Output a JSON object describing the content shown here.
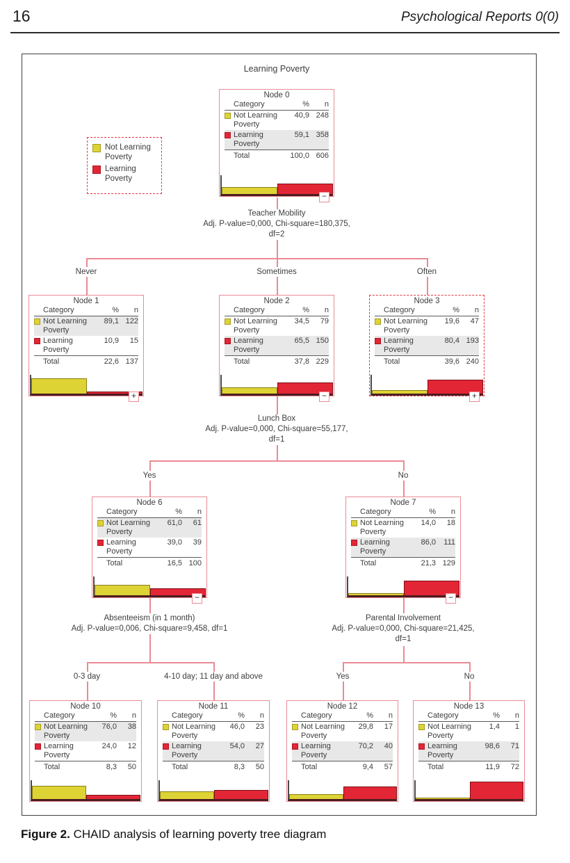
{
  "page": {
    "page_number": "16",
    "running_head": "Psychological Reports 0(0)",
    "caption": {
      "label": "Figure 2.",
      "text": " CHAID analysis of learning poverty tree diagram"
    }
  },
  "labels": {
    "root": "Learning Poverty",
    "category": "Category",
    "percent": "%",
    "n": "n",
    "total": "Total"
  },
  "legend": {
    "items": [
      {
        "label": "Not Learning Poverty",
        "color": "#ddd335"
      },
      {
        "label": "Learning Poverty",
        "color": "#e32636"
      }
    ]
  },
  "splits": {
    "teacher_mobility": {
      "variable": "Teacher Mobility",
      "stats1": "Adj. P-value=0,000, Chi-square=180,375,",
      "stats2": "df=2"
    },
    "lunch_box": {
      "variable": "Lunch Box",
      "stats1": "Adj. P-value=0,000, Chi-square=55,177,",
      "stats2": "df=1"
    },
    "absenteeism": {
      "variable": "Absenteeism (in 1 month)",
      "stats1": "Adj. P-value=0,006, Chi-square=9,458, df=1",
      "stats2": ""
    },
    "parental_involvement": {
      "variable": "Parental Involvement",
      "stats1": "Adj. P-value=0,000, Chi-square=21,425,",
      "stats2": "df=1"
    }
  },
  "branches": {
    "teacher_mobility": [
      "Never",
      "Sometimes",
      "Often"
    ],
    "lunch_box": [
      "Yes",
      "No"
    ],
    "absenteeism": [
      "0-3 day",
      "4-10 day; 11 day and above"
    ],
    "parental_involvement": [
      "Yes",
      "No"
    ]
  },
  "nodes": {
    "n0": {
      "title": "Node 0",
      "rows": [
        {
          "name": "Not Learning Poverty",
          "pct": "40,9",
          "n": "248",
          "pct_value": 40.9,
          "highlight": false
        },
        {
          "name": "Learning Poverty",
          "pct": "59,1",
          "n": "358",
          "pct_value": 59.1,
          "highlight": true
        }
      ],
      "total": {
        "pct": "100,0",
        "n": "606"
      },
      "expand_symbol": "−",
      "dashed": false
    },
    "n1": {
      "title": "Node 1",
      "rows": [
        {
          "name": "Not Learning Poverty",
          "pct": "89,1",
          "n": "122",
          "pct_value": 89.1,
          "highlight": true
        },
        {
          "name": "Learning Poverty",
          "pct": "10,9",
          "n": "15",
          "pct_value": 10.9,
          "highlight": false
        }
      ],
      "total": {
        "pct": "22,6",
        "n": "137"
      },
      "expand_symbol": "+",
      "dashed": false
    },
    "n2": {
      "title": "Node 2",
      "rows": [
        {
          "name": "Not Learning Poverty",
          "pct": "34,5",
          "n": "79",
          "pct_value": 34.5,
          "highlight": false
        },
        {
          "name": "Learning Poverty",
          "pct": "65,5",
          "n": "150",
          "pct_value": 65.5,
          "highlight": true
        }
      ],
      "total": {
        "pct": "37,8",
        "n": "229"
      },
      "expand_symbol": "−",
      "dashed": false
    },
    "n3": {
      "title": "Node 3",
      "rows": [
        {
          "name": "Not Learning Poverty",
          "pct": "19,6",
          "n": "47",
          "pct_value": 19.6,
          "highlight": false
        },
        {
          "name": "Learning Poverty",
          "pct": "80,4",
          "n": "193",
          "pct_value": 80.4,
          "highlight": true
        }
      ],
      "total": {
        "pct": "39,6",
        "n": "240"
      },
      "expand_symbol": "+",
      "dashed": true
    },
    "n6": {
      "title": "Node 6",
      "rows": [
        {
          "name": "Not Learning Poverty",
          "pct": "61,0",
          "n": "61",
          "pct_value": 61.0,
          "highlight": true
        },
        {
          "name": "Learning Poverty",
          "pct": "39,0",
          "n": "39",
          "pct_value": 39.0,
          "highlight": false
        }
      ],
      "total": {
        "pct": "16,5",
        "n": "100"
      },
      "expand_symbol": "−",
      "dashed": false
    },
    "n7": {
      "title": "Node 7",
      "rows": [
        {
          "name": "Not Learning Poverty",
          "pct": "14,0",
          "n": "18",
          "pct_value": 14.0,
          "highlight": false
        },
        {
          "name": "Learning Poverty",
          "pct": "86,0",
          "n": "111",
          "pct_value": 86.0,
          "highlight": true
        }
      ],
      "total": {
        "pct": "21,3",
        "n": "129"
      },
      "expand_symbol": "−",
      "dashed": false
    },
    "n10": {
      "title": "Node 10",
      "rows": [
        {
          "name": "Not Learning Poverty",
          "pct": "76,0",
          "n": "38",
          "pct_value": 76.0,
          "highlight": true
        },
        {
          "name": "Learning Poverty",
          "pct": "24,0",
          "n": "12",
          "pct_value": 24.0,
          "highlight": false
        }
      ],
      "total": {
        "pct": "8,3",
        "n": "50"
      },
      "dashed": false
    },
    "n11": {
      "title": "Node 11",
      "rows": [
        {
          "name": "Not Learning Poverty",
          "pct": "46,0",
          "n": "23",
          "pct_value": 46.0,
          "highlight": false
        },
        {
          "name": "Learning Poverty",
          "pct": "54,0",
          "n": "27",
          "pct_value": 54.0,
          "highlight": true
        }
      ],
      "total": {
        "pct": "8,3",
        "n": "50"
      },
      "dashed": false
    },
    "n12": {
      "title": "Node 12",
      "rows": [
        {
          "name": "Not Learning Poverty",
          "pct": "29,8",
          "n": "17",
          "pct_value": 29.8,
          "highlight": false
        },
        {
          "name": "Learning Poverty",
          "pct": "70,2",
          "n": "40",
          "pct_value": 70.2,
          "highlight": true
        }
      ],
      "total": {
        "pct": "9,4",
        "n": "57"
      },
      "dashed": false
    },
    "n13": {
      "title": "Node 13",
      "rows": [
        {
          "name": "Not Learning Poverty",
          "pct": "1,4",
          "n": "1",
          "pct_value": 1.4,
          "highlight": false
        },
        {
          "name": "Learning Poverty",
          "pct": "98,6",
          "n": "71",
          "pct_value": 98.6,
          "highlight": true
        }
      ],
      "total": {
        "pct": "11,9",
        "n": "72"
      },
      "dashed": false
    }
  },
  "colors": {
    "not_learning_poverty": "#ddd335",
    "learning_poverty": "#e32636",
    "node_border": "#ea8a94",
    "selected_node_border": "#e23744",
    "highlight_row": "#e8e8e8"
  }
}
